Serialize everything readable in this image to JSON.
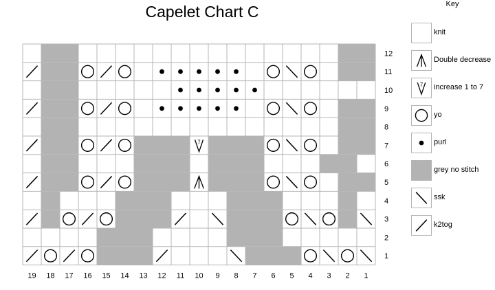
{
  "title": "Capelet Chart C",
  "key_title": "Key",
  "colors": {
    "grey": "#b3b3b3",
    "grid": "#b5b5b5",
    "ink": "#000000"
  },
  "columns": [
    "19",
    "18",
    "17",
    "16",
    "15",
    "14",
    "13",
    "12",
    "11",
    "10",
    "9",
    "8",
    "7",
    "6",
    "5",
    "4",
    "3",
    "2",
    "1"
  ],
  "row_numbers": [
    "12",
    "11",
    "10",
    "9",
    "8",
    "7",
    "6",
    "5",
    "4",
    "3",
    "2",
    "1"
  ],
  "grid_rows": [
    "_GG______________GG_",
    "/GGO/O_PPPPP_O\\O_GG\\",
    "_GG_____PPPPP______GG_",
    "/GGO/O_PPPPP_O\\O_GG\\",
    "_GG______________GG_",
    "/GGO/OGGGVGGGO\\O_GG\\",
    "_GG___GGG_GGG___GG_",
    "/GGO/OGGGAGGGO\\O_GG\\",
    "_G___GGG___GGG___G_",
    "/GO/OGGG/_\\GGGO\\OG\\",
    "____GGG____GGG_____",
    "/O/OGGG/___\\GGGO\\O\\"
  ],
  "key": [
    {
      "symbol": "knit",
      "label": "knit"
    },
    {
      "symbol": "double-decrease",
      "label": "Double decrease"
    },
    {
      "symbol": "increase",
      "label": "increase 1 to 7",
      "glyph_text": "7"
    },
    {
      "symbol": "yo",
      "label": "yo"
    },
    {
      "symbol": "purl",
      "label": "purl"
    },
    {
      "symbol": "grey",
      "label": "grey no stitch"
    },
    {
      "symbol": "ssk",
      "label": "ssk"
    },
    {
      "symbol": "k2tog",
      "label": "k2tog"
    }
  ]
}
